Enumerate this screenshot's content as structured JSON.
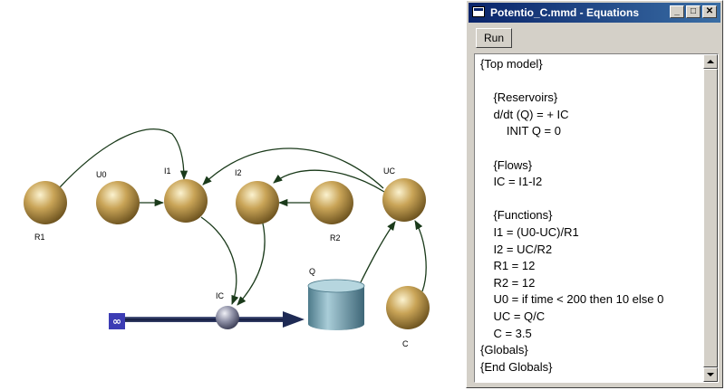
{
  "diagram": {
    "nodes": {
      "R1": "R1",
      "U0": "U0",
      "I1": "I1",
      "I2": "I2",
      "R2": "R2",
      "UC": "UC",
      "Q": "Q",
      "IC": "IC",
      "C": "C"
    },
    "source_symbol": "∞",
    "colors": {
      "node": "#b8963e",
      "flow_pipe": "#1c2450",
      "source": "#3c3cb4",
      "reservoir": "#7fa8b8"
    }
  },
  "window": {
    "title": "Potentio_C.mmd - Equations",
    "controls": {
      "minimize": "_",
      "maximize": "□",
      "close": "✕"
    },
    "run_label": "Run",
    "lines": [
      "{Top model}",
      "",
      "    {Reservoirs}",
      "    d/dt (Q) = + IC",
      "        INIT Q = 0",
      "",
      "    {Flows}",
      "    IC = I1-I2",
      "",
      "    {Functions}",
      "    I1 = (U0-UC)/R1",
      "    I2 = UC/R2",
      "    R1 = 12",
      "    R2 = 12",
      "    U0 = if time < 200 then 10 else 0",
      "    UC = Q/C",
      "    C = 3.5",
      "{Globals}",
      "{End Globals}"
    ]
  }
}
